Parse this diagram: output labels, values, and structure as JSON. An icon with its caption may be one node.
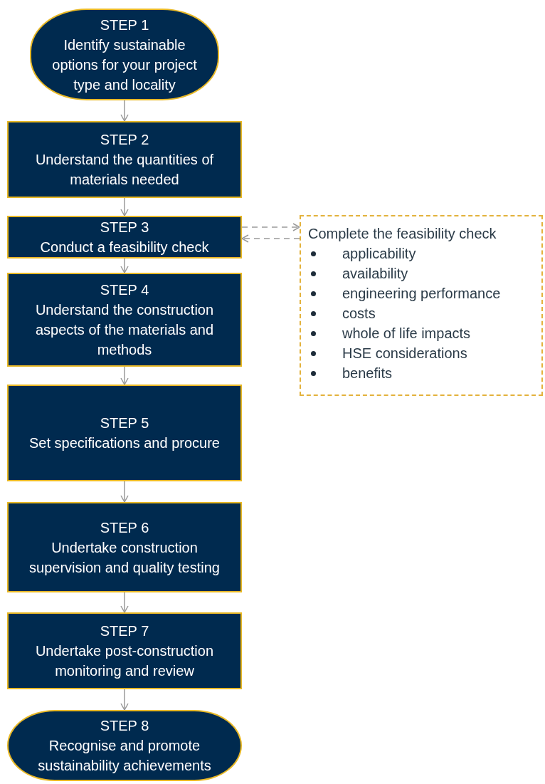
{
  "diagram": {
    "nodes": [
      {
        "text": [
          "STEP 1",
          "Identify sustainable options for your project type and locality"
        ]
      },
      {
        "text": [
          "STEP 2",
          "Understand the quantities of materials needed"
        ]
      },
      {
        "text": [
          "STEP 3",
          "Conduct a feasibility check"
        ]
      },
      {
        "text": [
          "STEP 4",
          "Understand the construction aspects of the materials and methods"
        ]
      },
      {
        "text": [
          "STEP 5",
          "Set specifications and procure"
        ]
      },
      {
        "text": [
          "STEP 6",
          "Undertake construction supervision and quality testing"
        ]
      },
      {
        "text": [
          "STEP 7",
          "Undertake post-construction monitoring and review"
        ]
      },
      {
        "text": [
          "STEP 8",
          "Recognise and promote sustainability achievements"
        ]
      },
      {
        "text": [
          "Complete the feasibility check",
          "applicability",
          "availability",
          "engineering performance",
          "costs",
          "whole of life impacts",
          "HSE considerations",
          "benefits"
        ]
      }
    ],
    "edges": [
      {
        "from": 0,
        "to": 1,
        "arrow": "to"
      },
      {
        "from": 1,
        "to": 2,
        "arrow": "to"
      },
      {
        "from": 2,
        "to": 8,
        "arrow": "to",
        "style": "dashed"
      },
      {
        "from": 8,
        "to": 2,
        "arrow": "to",
        "style": "dashed"
      },
      {
        "from": 2,
        "to": 3,
        "arrow": "to"
      },
      {
        "from": 3,
        "to": 4,
        "arrow": "to"
      },
      {
        "from": 4,
        "to": 5,
        "arrow": "to"
      },
      {
        "from": 5,
        "to": 6,
        "arrow": "to"
      },
      {
        "from": 6,
        "to": 7,
        "arrow": "to"
      }
    ]
  }
}
